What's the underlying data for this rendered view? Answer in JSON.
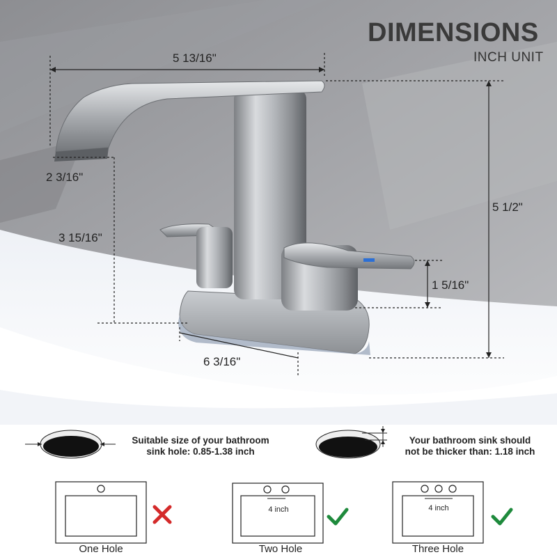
{
  "header": {
    "title": "DIMENSIONS",
    "unit": "INCH UNIT"
  },
  "dimensions": {
    "spout_length": "5 13/16\"",
    "spout_height": "2 3/16\"",
    "spout_clearance": "3 15/16\"",
    "total_height": "5 1/2\"",
    "handle_height": "1 5/16\"",
    "base_length": "6 3/16\""
  },
  "notes": {
    "hole_size_line1": "Suitable size of your bathroom",
    "hole_size_line2": "sink hole: 0.85-1.38 inch",
    "thickness_line1": "Your bathroom sink should",
    "thickness_line2": "not be thicker than: 1.18 inch"
  },
  "configurations": [
    {
      "label": "One Hole",
      "spacing": "",
      "compatible": false
    },
    {
      "label": "Two Hole",
      "spacing": "4 inch",
      "compatible": true
    },
    {
      "label": "Three Hole",
      "spacing": "4 inch",
      "compatible": true
    }
  ],
  "colors": {
    "check": "#1e8a3c",
    "cross": "#d42a2a"
  }
}
